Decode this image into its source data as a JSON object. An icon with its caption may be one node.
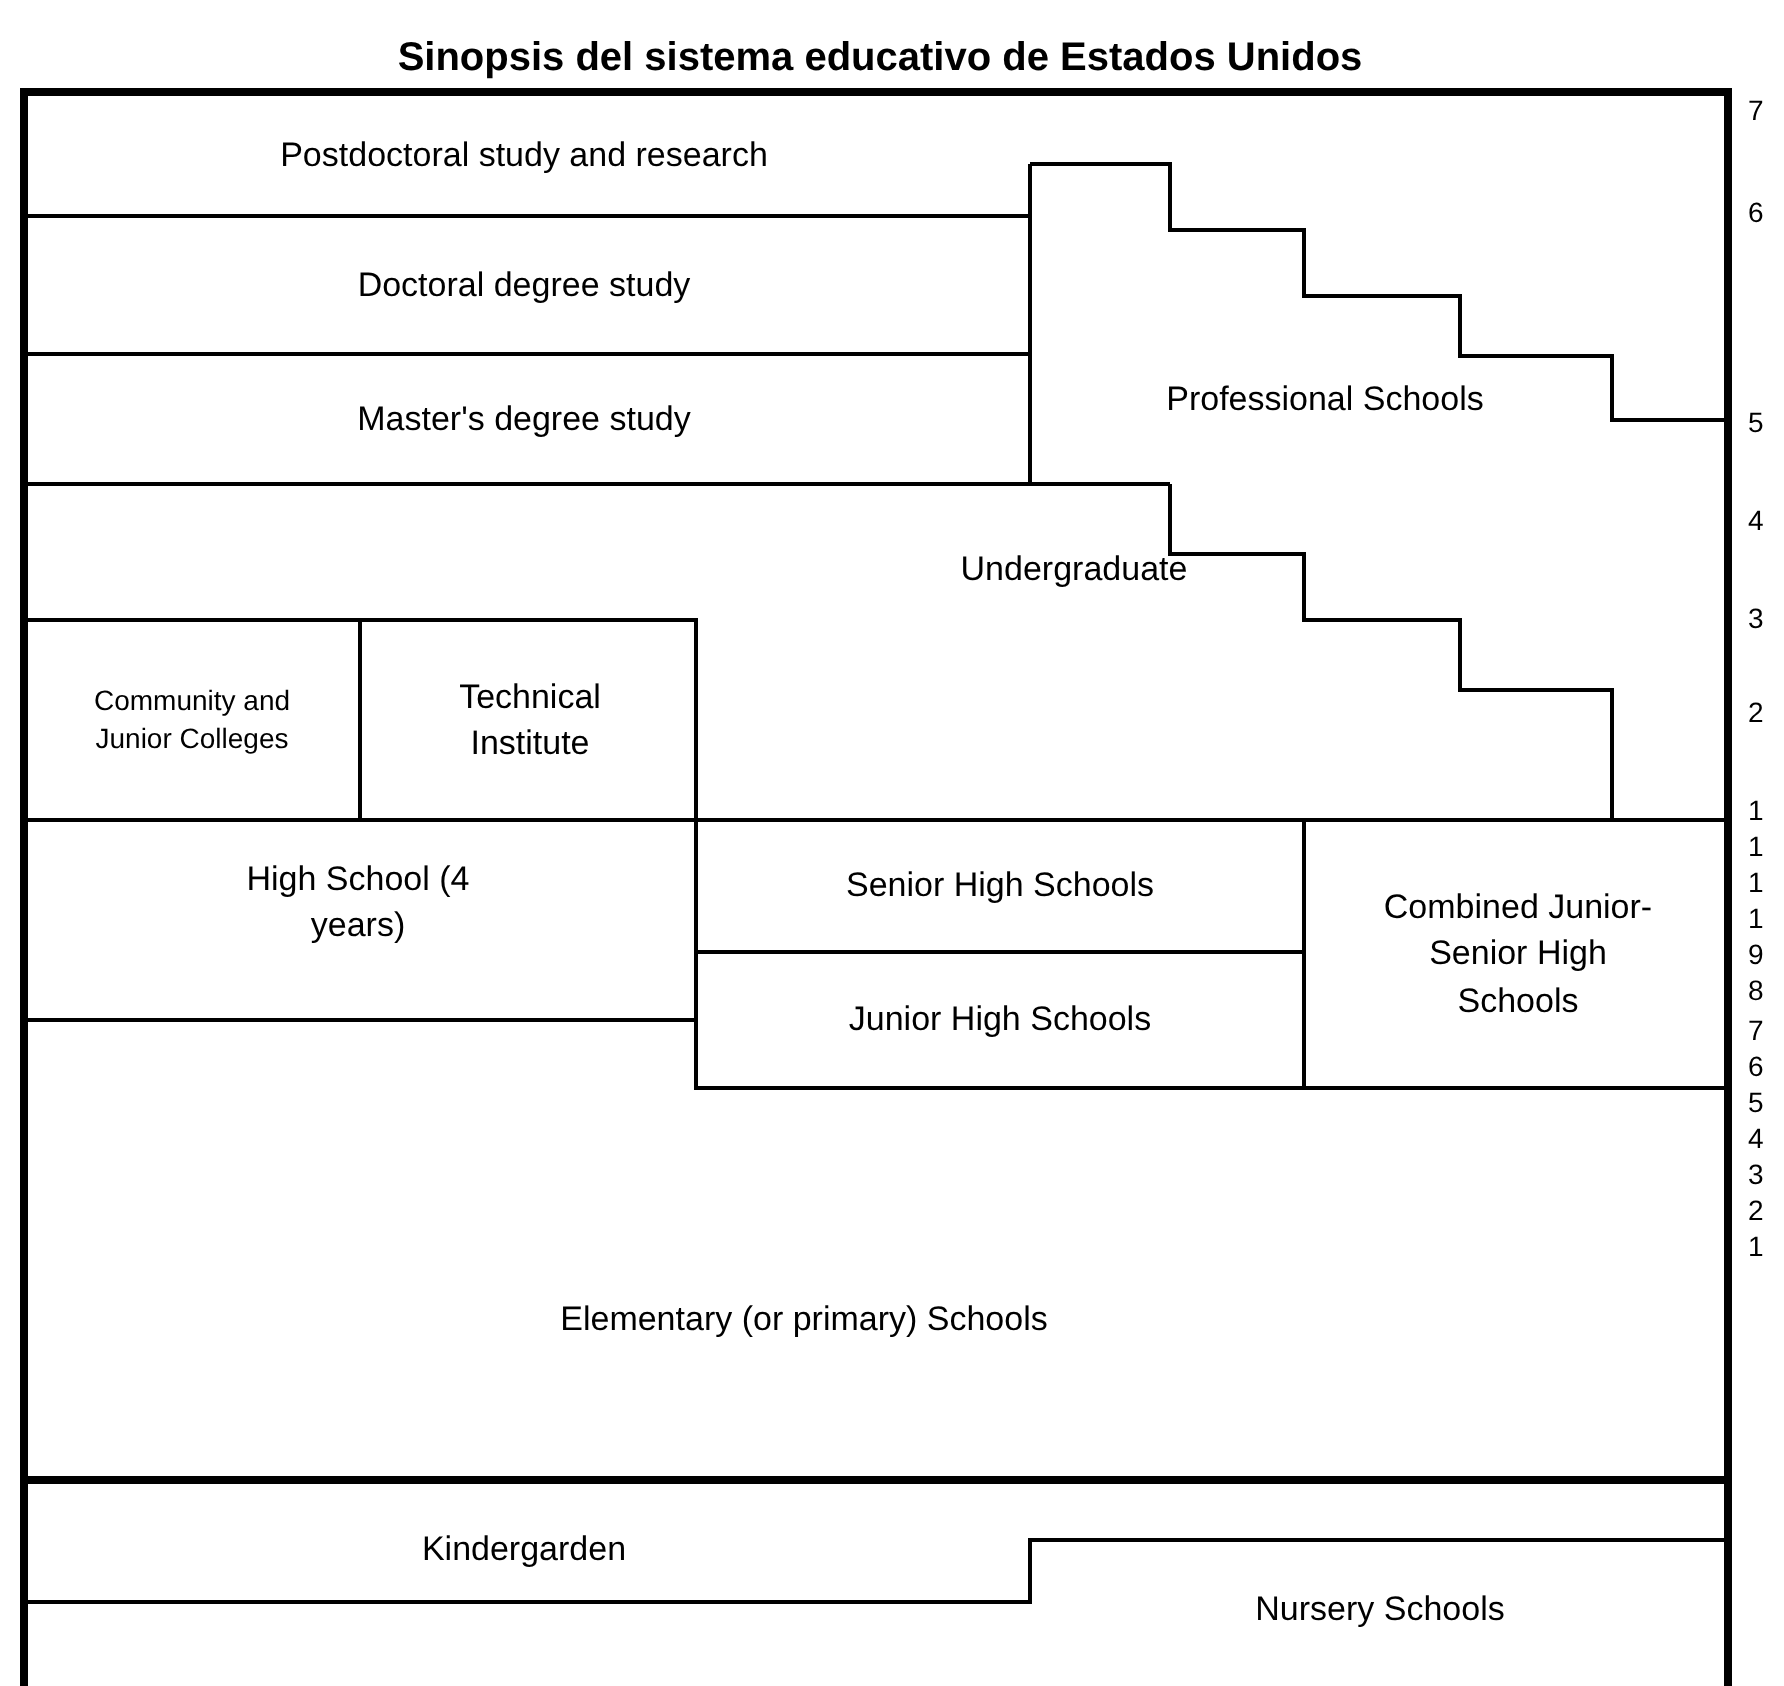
{
  "diagram": {
    "title": "Sinopsis del sistema educativo de Estados Unidos",
    "nodes": [
      {
        "text": [
          "Postdoctoral study and research"
        ]
      },
      {
        "text": [
          "Doctoral degree study"
        ]
      },
      {
        "text": [
          "Master's degree study"
        ]
      },
      {
        "text": [
          "Professional Schools"
        ]
      },
      {
        "text": [
          "Undergraduate"
        ]
      },
      {
        "text": [
          "Community and Junior Colleges"
        ]
      },
      {
        "text": [
          "Technical Institute"
        ]
      },
      {
        "text": [
          "High School (4 years)"
        ]
      },
      {
        "text": [
          "Senior High Schools"
        ]
      },
      {
        "text": [
          "Junior High Schools"
        ]
      },
      {
        "text": [
          "Combined Junior-Senior High Schools"
        ]
      },
      {
        "text": [
          "Elementary (or primary) Schools"
        ]
      },
      {
        "text": [
          "Kindergarden"
        ]
      },
      {
        "text": [
          "Nursery Schools"
        ]
      }
    ],
    "labels": [
      "7",
      "6",
      "5",
      "4",
      "3",
      "2",
      "1",
      "1",
      "1",
      "1",
      "9",
      "8",
      "7",
      "6",
      "5",
      "4",
      "3",
      "2",
      "1"
    ]
  }
}
